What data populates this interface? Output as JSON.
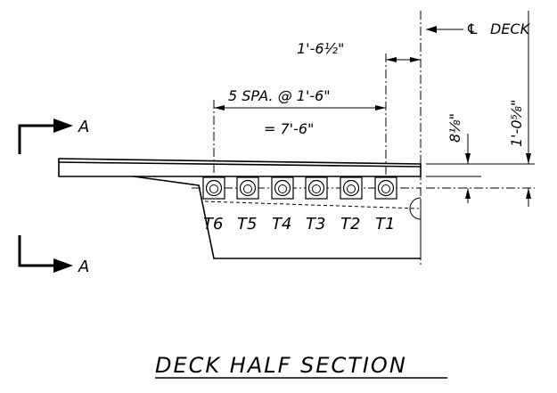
{
  "title": "DECK HALF SECTION",
  "section_mark": "A",
  "centerline_label": "DECK",
  "centerline_symbol": "℄",
  "dimensions": {
    "tendon_offset": "1'-6½\"",
    "spacing": "5 SPA. @ 1'-6\"",
    "spacing_total": "= 7'-6\"",
    "top_depth": "8⅛\"",
    "total_depth": "1'-0⅝\""
  },
  "tendons": [
    "T6",
    "T5",
    "T4",
    "T3",
    "T2",
    "T1"
  ]
}
